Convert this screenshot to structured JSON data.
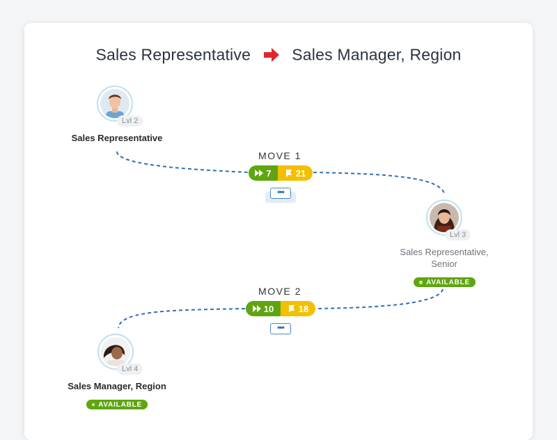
{
  "header": {
    "from_role": "Sales Representative",
    "to_role": "Sales Manager, Region"
  },
  "nodes": [
    {
      "role": "Sales Representative",
      "level": "Lvl 2"
    },
    {
      "role_line1": "Sales Representative,",
      "role_line2": "Senior",
      "level": "Lvl 3",
      "badge": "AVAILABLE"
    },
    {
      "role": "Sales Manager, Region",
      "level": "Lvl 4",
      "badge": "AVAILABLE"
    }
  ],
  "moves": [
    {
      "label": "MOVE 1",
      "steps": "7",
      "tasks": "21",
      "more": "•••"
    },
    {
      "label": "MOVE 2",
      "steps": "10",
      "tasks": "18",
      "more": "•••"
    }
  ],
  "colors": {
    "green": "#5fa50f",
    "yellow": "#f3c000",
    "arrow": "#e0262f",
    "path": "#2f6fb3"
  }
}
